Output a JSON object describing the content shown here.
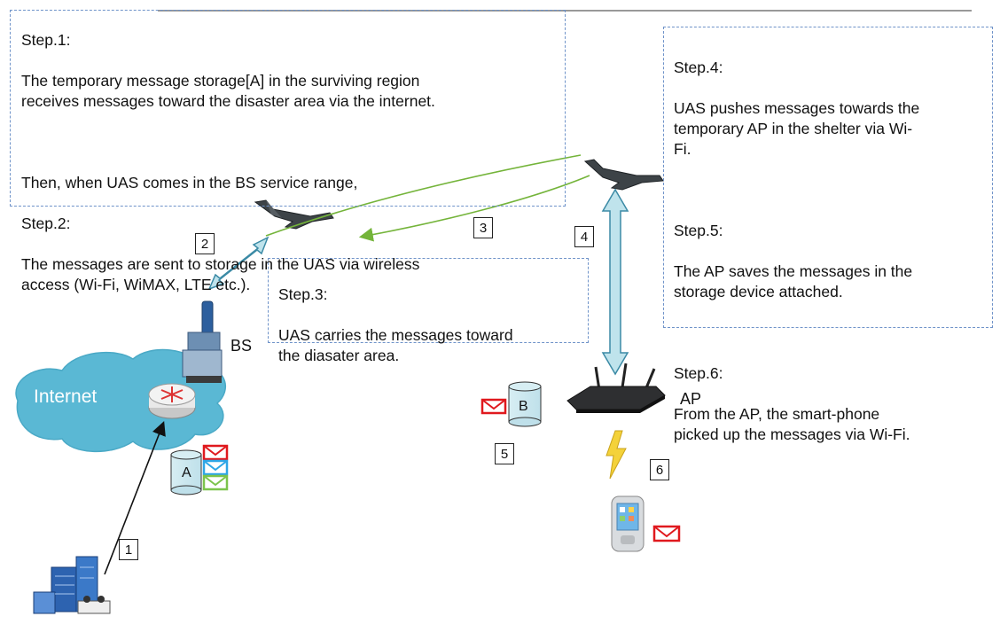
{
  "step_boxes": {
    "step1": {
      "title": "Step.1:",
      "text": "The temporary message storage[A] in the surviving region\nreceives messages toward the disaster area via the internet."
    },
    "step2": {
      "intro": "Then, when UAS comes in the BS service range,",
      "title": "Step.2:",
      "text": "The messages are sent to storage in the UAS via wireless\naccess (Wi-Fi, WiMAX, LTE etc.)."
    },
    "step3": {
      "title": "Step.3:",
      "text": "UAS carries the messages toward\nthe diasater area."
    },
    "step4": {
      "title": "Step.4:",
      "text": "UAS pushes messages towards the\ntemporary AP in the shelter via Wi-\nFi."
    },
    "step5": {
      "title": "Step.5:",
      "text": "The AP saves the messages in the\nstorage device attached."
    },
    "step6": {
      "title": "Step.6:",
      "text": "From the AP, the smart-phone\npicked up the messages via Wi-Fi."
    }
  },
  "numbers": {
    "n1": "1",
    "n2": "2",
    "n3": "3",
    "n4": "4",
    "n5": "5",
    "n6": "6"
  },
  "labels": {
    "internet": "Internet",
    "bs": "BS",
    "ap": "AP",
    "storage_a": "A",
    "storage_b": "B"
  },
  "colors": {
    "dash": "#6f93c9",
    "cloud": "#58b6d2",
    "arrow_fill": "#bfe3ec",
    "arrow_stroke": "#3b8aa5",
    "green_arrow": "#74b43a",
    "mail_red": "#e0191e",
    "mail_blue": "#2ea6e6",
    "mail_green": "#7cc44c"
  },
  "icons": [
    "uas-plane-icon",
    "router-icon",
    "bs-tower-icon",
    "storage-cylinder-icon",
    "mail-icon",
    "access-point-icon",
    "lightning-icon",
    "smartphone-icon",
    "building-icon"
  ]
}
